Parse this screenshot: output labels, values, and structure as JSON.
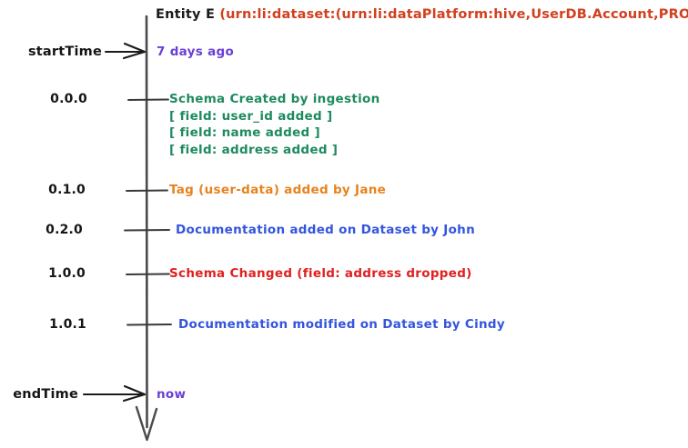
{
  "diagram": {
    "title_prefix": "Entity E ",
    "title_urn": "(urn:li:dataset:(urn:li:dataPlatform:hive,UserDB.Account,PROD)",
    "axis_color": "#4a4a4a",
    "colors": {
      "purple": "#6B3FD4",
      "green": "#1E8A5F",
      "orange": "#E8821E",
      "blue": "#3355DD",
      "red": "#E02020",
      "urn": "#D2401E",
      "ink": "#151515"
    },
    "start_marker": {
      "label": "startTime",
      "value": "7 days ago"
    },
    "end_marker": {
      "label": "endTime",
      "value": "now"
    },
    "events": [
      {
        "version": "0.0.0",
        "color": "green",
        "lines": [
          "Schema Created by ingestion",
          "[ field: user_id added ]",
          "[ field: name added ]",
          "[ field: address added ]"
        ]
      },
      {
        "version": "0.1.0",
        "color": "orange",
        "lines": [
          "Tag (user-data) added by Jane"
        ]
      },
      {
        "version": "0.2.0",
        "color": "blue",
        "lines": [
          "Documentation added on Dataset by John"
        ]
      },
      {
        "version": "1.0.0",
        "color": "red",
        "lines": [
          "Schema Changed (field: address dropped)"
        ]
      },
      {
        "version": "1.0.1",
        "color": "blue",
        "lines": [
          "Documentation modified on Dataset by Cindy"
        ]
      }
    ]
  }
}
